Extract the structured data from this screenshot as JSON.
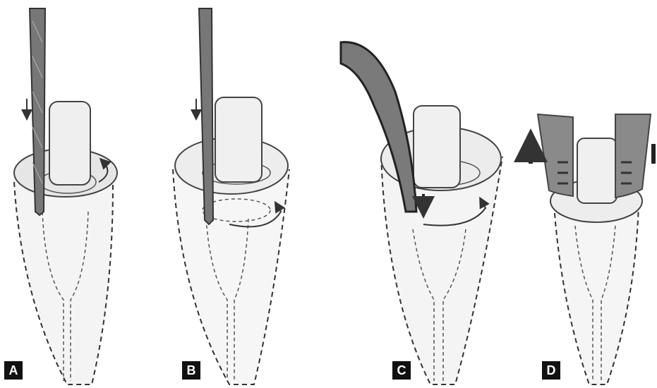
{
  "panels": [
    {
      "id": "a",
      "label": "A"
    },
    {
      "id": "b",
      "label": "B"
    },
    {
      "id": "c",
      "label": "C"
    },
    {
      "id": "d",
      "label": "D"
    }
  ],
  "colors": {
    "outline": "#333333",
    "instrument": "#6f6f6f",
    "instrument_dark": "#3d3d3d",
    "post": "#ededed",
    "band": "#e4e4e4",
    "background": "#ffffff"
  },
  "icons": [
    "down-arrow-icon",
    "rotation-arrow-icon",
    "up-arrow-icon"
  ]
}
